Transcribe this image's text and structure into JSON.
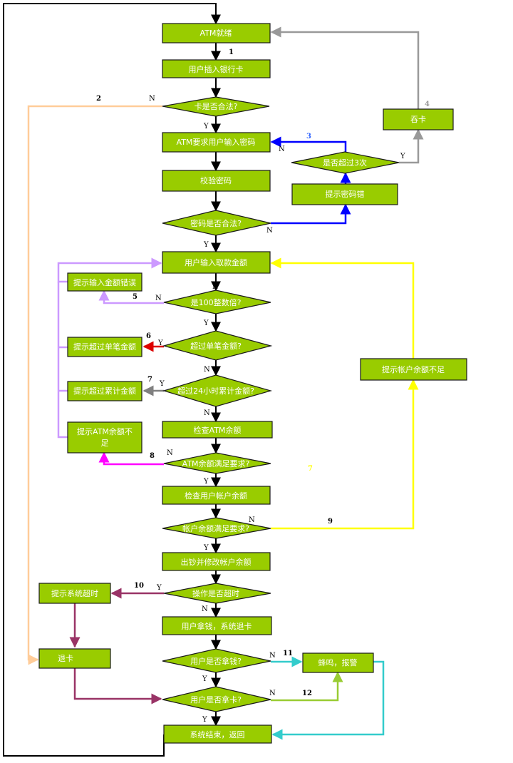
{
  "nodes": {
    "atm_ready": "ATM就绪",
    "insert_card": "用户插入银行卡",
    "card_valid": "卡是否合法?",
    "request_pin": "ATM要求用户输入密码",
    "verify_pin": "校验密码",
    "pin_valid": "密码是否合法?",
    "input_amount": "用户输入取款金额",
    "is_100_multiple": "是100整数倍?",
    "over_single": "超过单笔金额?",
    "over_24h": "超过24小时累计金额?",
    "check_atm_balance": "检查ATM余额",
    "atm_balance_ok": "ATM余额满足要求?",
    "check_account_balance": "检查用户帐户余额",
    "account_balance_ok": "帐户余额满足要求?",
    "dispense": "出钞并修改帐户余额",
    "timeout_check": "操作是否超时",
    "take_money_eject": "用户拿钱，系统退卡",
    "took_money": "用户是否拿钱?",
    "took_card": "用户是否拿卡?",
    "end_return": "系统结束，返回",
    "over_3_times": "是否超过3次",
    "pin_error_msg": "提示密码错",
    "swallow_card": "吞卡",
    "amount_error_msg": "提示输入金额错误",
    "over_single_msg": "提示超过单笔金额",
    "over_total_msg": "提示超过累计金额",
    "atm_insufficient_msg_line1": "提示ATM余额不",
    "atm_insufficient_msg_line2": "足",
    "account_insufficient_msg": "提示帐户余额不足",
    "timeout_msg": "提示系统超时",
    "eject_card": "退卡",
    "alarm": "蜂鸣，报警"
  },
  "labels": {
    "yes": "Y",
    "no": "N",
    "n1": "1",
    "n2": "2",
    "n3": "3",
    "n4": "4",
    "n5": "5",
    "n6": "6",
    "n7": "7",
    "n7b": "7",
    "n8": "8",
    "n9": "9",
    "n10": "10",
    "n11": "11",
    "n12": "12"
  },
  "colors": {
    "node_fill": "#99cc00",
    "node_border": "#1a1a1a",
    "node_text": "#ffffff",
    "main_flow": "#000000",
    "edge_2_orange": "#ffcc99",
    "edge_3_blue": "#0000ff",
    "edge_4_gray": "#999999",
    "edge_5_lavender": "#cc99ff",
    "edge_6_red": "#dd0000",
    "edge_7_gray": "#808080",
    "edge_8_magenta": "#ff00ff",
    "edge_9_yellow": "#ffff00",
    "edge_10_maroon": "#993366",
    "edge_11_teal": "#33cccc",
    "edge_12_olive": "#99cc33",
    "label_3_blue": "#3366ff",
    "label_4_gray": "#999999",
    "label_7b_yellow": "#ffff00"
  }
}
